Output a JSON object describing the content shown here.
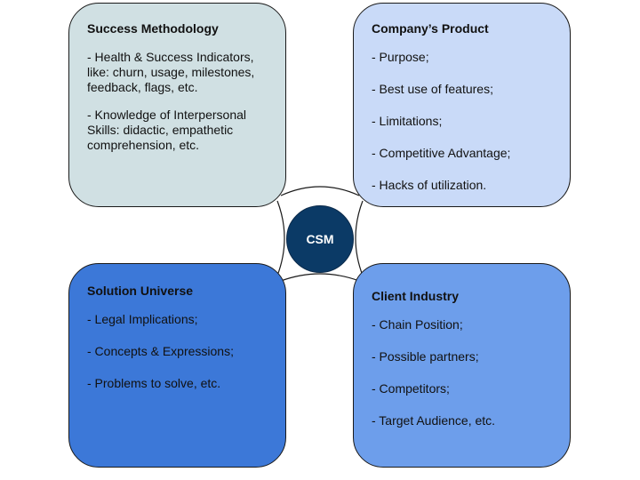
{
  "center": {
    "label": "CSM"
  },
  "colors": {
    "top_left": "#d0e0e3",
    "top_right": "#c9daf8",
    "bottom_left": "#3c78d8",
    "bottom_right": "#6d9eeb",
    "hub": "#0b3a66"
  },
  "boxes": {
    "top_left": {
      "title": "Success Methodology",
      "items": [
        "- Health & Success Indicators,\nlike: churn, usage, milestones,\nfeedback, flags, etc.",
        "- Knowledge of Interpersonal\nSkills: didactic, empathetic\ncomprehension, etc."
      ]
    },
    "top_right": {
      "title": "Company’s Product",
      "items": [
        "- Purpose;",
        "- Best use of features;",
        "- Limitations;",
        "- Competitive Advantage;",
        "- Hacks of utilization."
      ]
    },
    "bottom_left": {
      "title": "Solution Universe",
      "items": [
        "- Legal Implications;",
        "- Concepts & Expressions;",
        "- Problems to solve, etc."
      ]
    },
    "bottom_right": {
      "title": "Client Industry",
      "items": [
        "- Chain Position;",
        "- Possible partners;",
        "- Competitors;",
        "- Target Audience, etc."
      ]
    }
  }
}
